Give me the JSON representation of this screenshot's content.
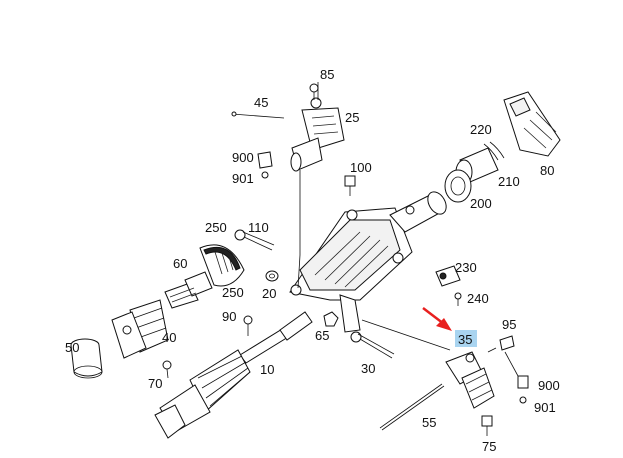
{
  "accent": {
    "highlight": "#a9d4f0",
    "arrow": "#e8201f",
    "line": "#111111"
  },
  "labels": {
    "p10": "10",
    "p20": "20",
    "p25": "25",
    "p30": "30",
    "p35": "35",
    "p40": "40",
    "p45": "45",
    "p50": "50",
    "p55": "55",
    "p60": "60",
    "p65": "65",
    "p70": "70",
    "p75": "75",
    "p80": "80",
    "p85": "85",
    "p90": "90",
    "p95": "95",
    "p100": "100",
    "p110": "110",
    "p200": "200",
    "p210": "210",
    "p220": "220",
    "p230": "230",
    "p240": "240",
    "p250a": "250",
    "p250b": "250",
    "p900a": "900",
    "p901a": "901",
    "p900b": "900",
    "p901b": "901"
  },
  "highlighted_part": "35"
}
